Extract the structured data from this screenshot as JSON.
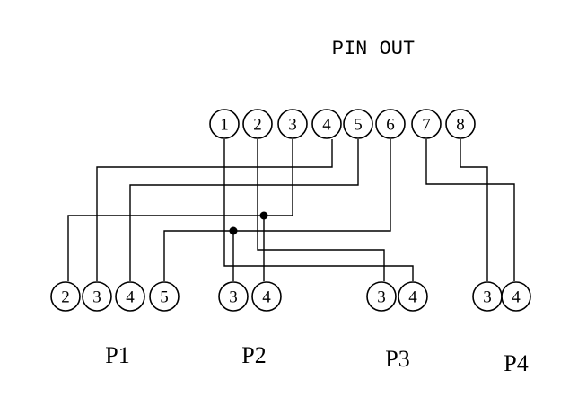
{
  "title": "PIN OUT",
  "top_pins": [
    "1",
    "2",
    "3",
    "4",
    "5",
    "6",
    "7",
    "8"
  ],
  "groups": [
    {
      "label": "P1",
      "pins": [
        "2",
        "3",
        "4",
        "5"
      ]
    },
    {
      "label": "P2",
      "pins": [
        "3",
        "4"
      ]
    },
    {
      "label": "P3",
      "pins": [
        "3",
        "4"
      ]
    },
    {
      "label": "P4",
      "pins": [
        "3",
        "4"
      ]
    }
  ],
  "connections": [
    {
      "from": "top.1",
      "to": "P3.4"
    },
    {
      "from": "top.2",
      "to": "P3.3"
    },
    {
      "from": "top.3",
      "to": "P1.2",
      "junction_to": "P2.4"
    },
    {
      "from": "top.4",
      "to": "P1.3"
    },
    {
      "from": "top.5",
      "to": "P1.4"
    },
    {
      "from": "top.6",
      "to": "P1.5",
      "junction_to": "P2.3"
    },
    {
      "from": "top.7",
      "to": "P4.4"
    },
    {
      "from": "top.8",
      "to": "P4.3"
    }
  ],
  "colors": {
    "line": "#000000",
    "background": "#ffffff"
  }
}
